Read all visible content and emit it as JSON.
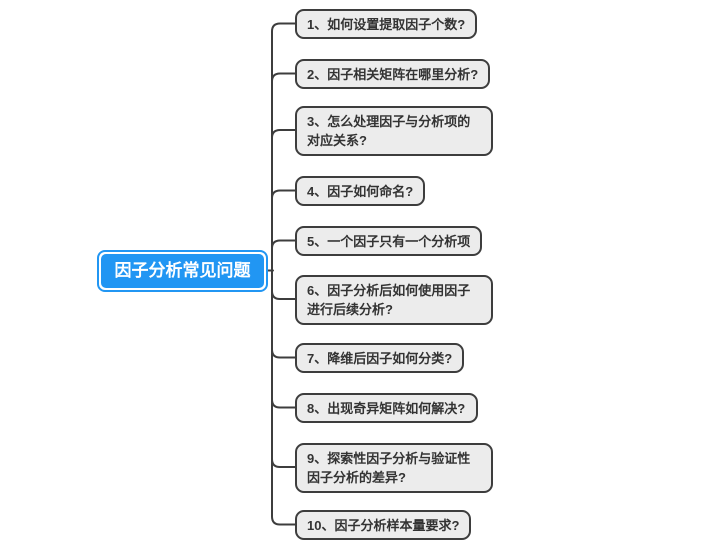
{
  "mindmap": {
    "root": {
      "label": "因子分析常见问题"
    },
    "children": [
      {
        "index": 1,
        "label": "1、如何设置提取因子个数?"
      },
      {
        "index": 2,
        "label": "2、因子相关矩阵在哪里分析?"
      },
      {
        "index": 3,
        "label": "3、怎么处理因子与分析项的对应关系?"
      },
      {
        "index": 4,
        "label": "4、因子如何命名?"
      },
      {
        "index": 5,
        "label": "5、一个因子只有一个分析项"
      },
      {
        "index": 6,
        "label": "6、因子分析后如何使用因子进行后续分析?"
      },
      {
        "index": 7,
        "label": "7、降维后因子如何分类?"
      },
      {
        "index": 8,
        "label": "8、出现奇异矩阵如何解决?"
      },
      {
        "index": 9,
        "label": "9、探索性因子分析与验证性因子分析的差异?"
      },
      {
        "index": 10,
        "label": "10、因子分析样本量要求?"
      }
    ],
    "colors": {
      "accent": "#2196f3",
      "root_text": "#ffffff",
      "node_fill": "#ececec",
      "node_border": "#3d3d3d",
      "node_text": "#333333",
      "connector": "#3d3d3d",
      "background": "#ffffff"
    }
  }
}
